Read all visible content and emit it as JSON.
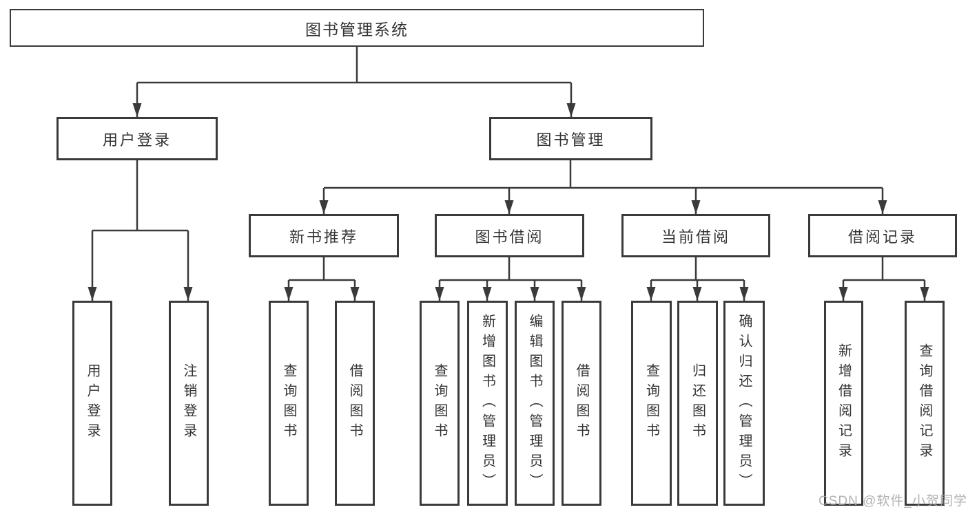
{
  "colors": {
    "background": "#ffffff",
    "line": "#3a3a3a",
    "box_border": "#3a3a3a",
    "text": "#333333",
    "watermark": "#a5a5a5"
  },
  "watermark": {
    "text": "CSDN @软件_小贺同学"
  },
  "tree": {
    "root": {
      "label": "图书管理系统"
    },
    "user_login": {
      "label": "用户登录",
      "children": [
        {
          "label": "用户登录"
        },
        {
          "label": "注销登录"
        }
      ]
    },
    "book_mgmt": {
      "label": "图书管理",
      "children": [
        {
          "label": "新书推荐",
          "children": [
            {
              "label": "查询图书"
            },
            {
              "label": "借阅图书"
            }
          ]
        },
        {
          "label": "图书借阅",
          "children": [
            {
              "label": "查询图书"
            },
            {
              "label": "新增图书（管理员）"
            },
            {
              "label": "编辑图书（管理员）"
            },
            {
              "label": "借阅图书"
            }
          ]
        },
        {
          "label": "当前借阅",
          "children": [
            {
              "label": "查询图书"
            },
            {
              "label": "归还图书"
            },
            {
              "label": "确认归还（管理员）"
            }
          ]
        },
        {
          "label": "借阅记录",
          "children": [
            {
              "label": "新增借阅记录"
            },
            {
              "label": "查询借阅记录"
            }
          ]
        }
      ]
    }
  }
}
